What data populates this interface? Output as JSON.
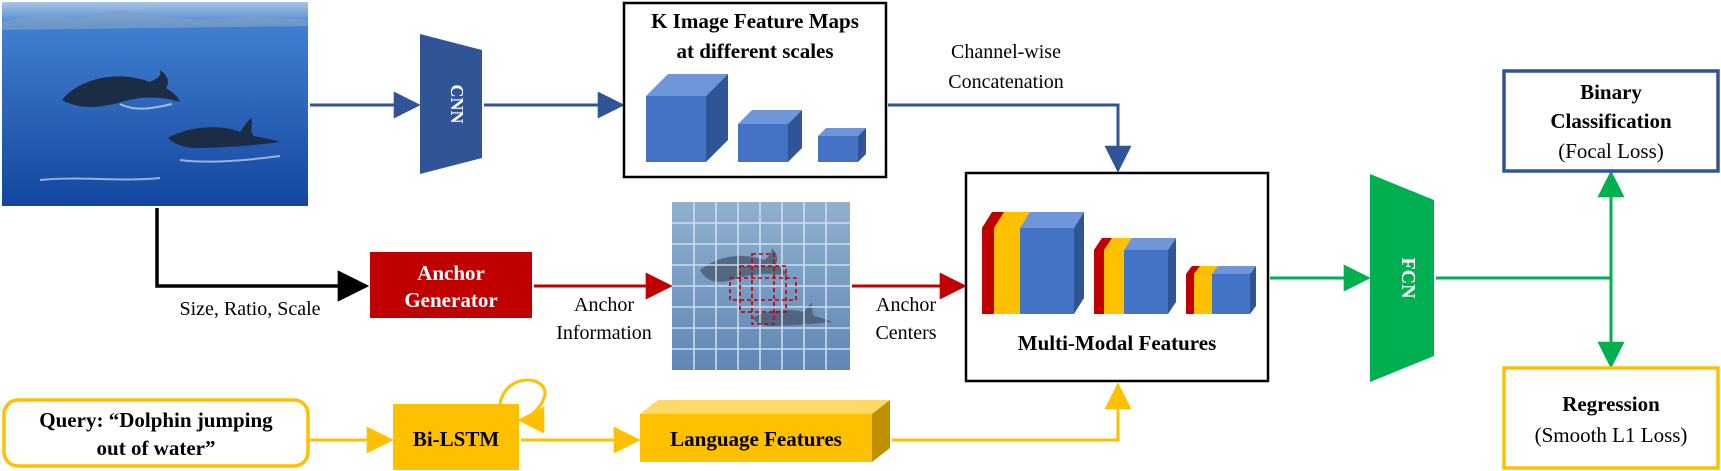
{
  "image_panel": {
    "sky": "#a9c6e4",
    "sea_top": "#2f6fc4",
    "sea_bottom": "#1446a0"
  },
  "cnn_block": {
    "label": "CNN",
    "color": "#2f5597"
  },
  "fcn_block": {
    "label": "FCN",
    "color": "#00b050"
  },
  "feature_maps": {
    "title_line1": "K Image Feature Maps",
    "title_line2": "at different scales",
    "cube_color": "#4472c4"
  },
  "concat_label": {
    "line1": "Channel-wise",
    "line2": "Concatenation"
  },
  "size_ratio_label": "Size, Ratio, Scale",
  "anchor_generator": {
    "line1": "Anchor",
    "line2": "Generator",
    "color": "#c00000"
  },
  "anchor_info_label": {
    "line1": "Anchor",
    "line2": "Information"
  },
  "anchor_centers_label": {
    "line1": "Anchor",
    "line2": "Centers"
  },
  "multimodal": {
    "title": "Multi-Modal Features",
    "red": "#c00000",
    "yellow": "#ffc000",
    "blue": "#4472c4"
  },
  "query": {
    "line1": "Query: “Dolphin jumping",
    "line2": "out of water”",
    "border": "#ffc000"
  },
  "bilstm": {
    "label": "Bi-LSTM",
    "color": "#ffc000"
  },
  "language_features": {
    "label": "Language Features",
    "color": "#ffc000"
  },
  "binary_classification": {
    "line1": "Binary",
    "line2": "Classification",
    "line3": "(Focal Loss)",
    "border": "#2f5597"
  },
  "regression": {
    "line1": "Regression",
    "line2": "(Smooth L1 Loss)",
    "border": "#ffc000"
  },
  "arrow_colors": {
    "blue": "#2f5597",
    "black": "#000000",
    "red": "#c00000",
    "green": "#00b050",
    "yellow": "#ffc000"
  }
}
